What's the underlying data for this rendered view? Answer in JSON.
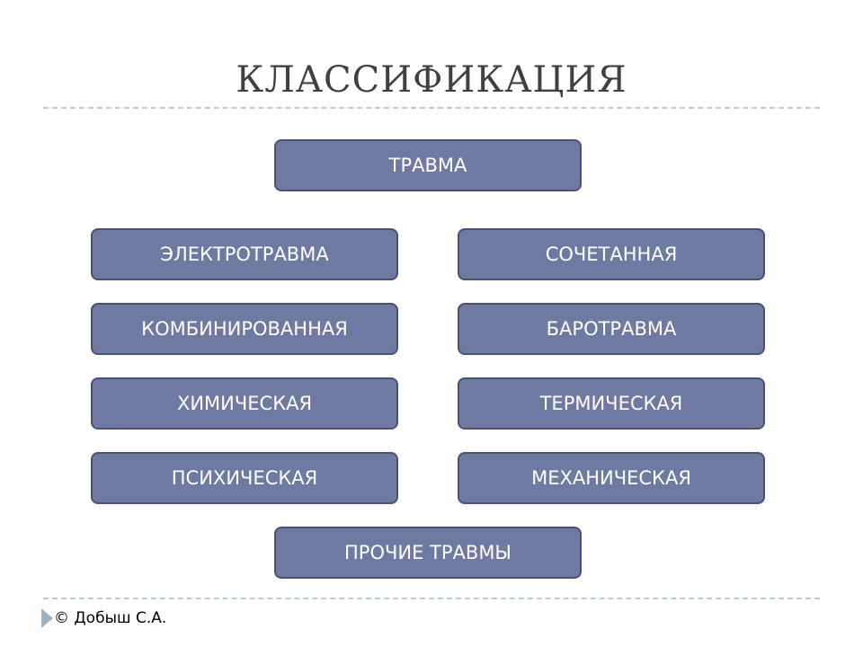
{
  "title": "КЛАССИФИКАЦИЯ",
  "nodes": {
    "root": "ТРАВМА",
    "left": [
      "ЭЛЕКТРОТРАВМА",
      "КОМБИНИРОВАННАЯ",
      "ХИМИЧЕСКАЯ",
      "ПСИХИЧЕСКАЯ"
    ],
    "right": [
      "СОЧЕТАННАЯ",
      "БАРОТРАВМА",
      "ТЕРМИЧЕСКАЯ",
      "МЕХАНИЧЕСКАЯ"
    ],
    "bottom": "ПРОЧИЕ ТРАВМЫ"
  },
  "footer": {
    "icon": "triangle-bullet-icon",
    "credit": "© Добыш С.А."
  },
  "colors": {
    "box_fill": "#6f7aa3",
    "box_border": "#4a5274",
    "title": "#404040",
    "rule": "#b9ccd8"
  }
}
